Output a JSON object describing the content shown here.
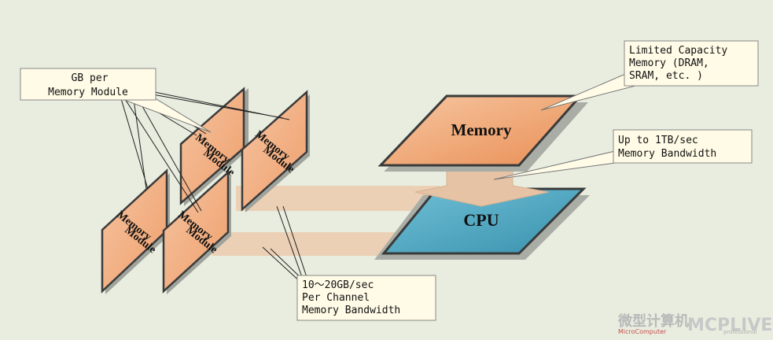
{
  "diagram": {
    "memory_label": "Memory",
    "cpu_label": "CPU",
    "module_label_line1": "Memory",
    "module_label_line2": "Module",
    "callouts": {
      "gb_per_module": [
        "GB per",
        "Memory Module"
      ],
      "limited_capacity": [
        "Limited Capacity",
        "Memory (DRAM,",
        "SRAM, etc. )"
      ],
      "bandwidth_1tb": [
        "Up to 1TB/sec",
        "Memory Bandwidth"
      ],
      "channel_bandwidth": [
        "10～20GB/sec",
        "Per Channel",
        "Memory Bandwidth"
      ]
    },
    "watermark": {
      "cn": "微型计算机",
      "en": "MicroComputer",
      "brand": "MCPLIVE",
      "sub": "professional"
    },
    "colors": {
      "background": "#e8eddf",
      "module_fill": "#f3b48a",
      "memory_fill": "#f0a878",
      "cpu_fill": "#4aa3bf",
      "outline": "#3a3a3a",
      "shadow": "#b9bdb4",
      "channel": "#eccdb1",
      "callout_bg": "#fffbe6"
    }
  }
}
